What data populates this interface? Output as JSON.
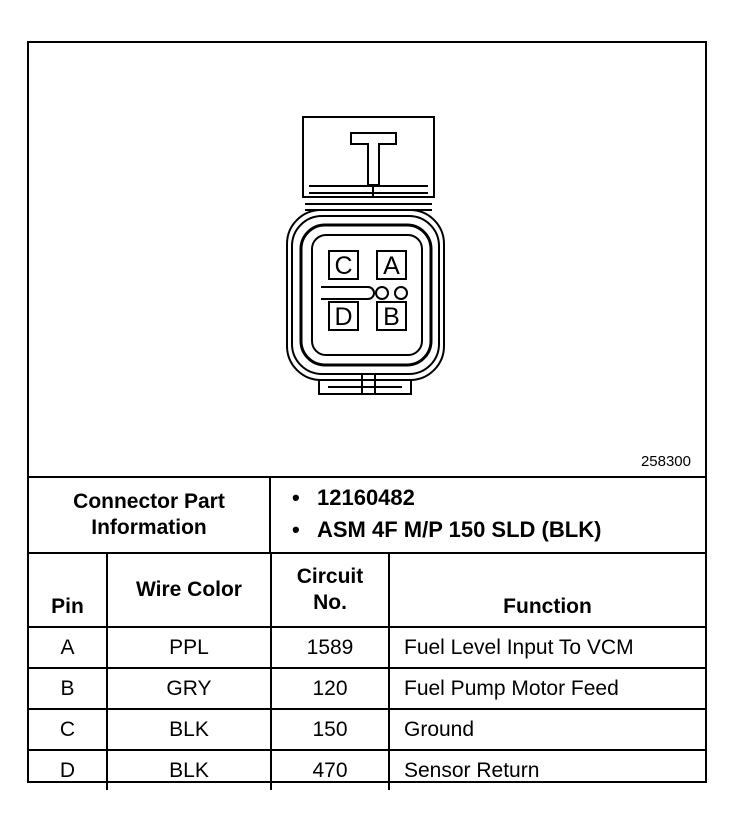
{
  "figure_number": "258300",
  "connector": {
    "pins": [
      {
        "letter": "A"
      },
      {
        "letter": "B"
      },
      {
        "letter": "C"
      },
      {
        "letter": "D"
      }
    ]
  },
  "part_info": {
    "label": "Connector Part Information",
    "items": [
      "12160482",
      "ASM 4F M/P 150 SLD (BLK)"
    ]
  },
  "table": {
    "headers": {
      "pin": "Pin",
      "wire_color": "Wire Color",
      "circuit_line1": "Circuit",
      "circuit_line2": "No.",
      "function": "Function"
    },
    "rows": [
      {
        "pin": "A",
        "wire_color": "PPL",
        "circuit": "1589",
        "function": "Fuel Level Input To VCM"
      },
      {
        "pin": "B",
        "wire_color": "GRY",
        "circuit": "120",
        "function": "Fuel Pump Motor Feed"
      },
      {
        "pin": "C",
        "wire_color": "BLK",
        "circuit": "150",
        "function": "Ground"
      },
      {
        "pin": "D",
        "wire_color": "BLK",
        "circuit": "470",
        "function": "Sensor Return"
      }
    ]
  }
}
